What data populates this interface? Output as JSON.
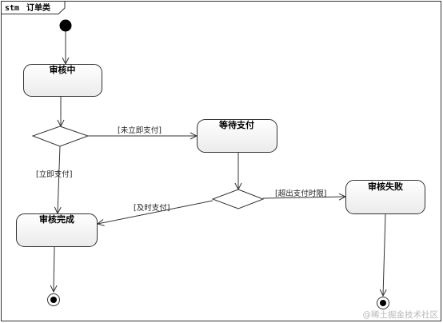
{
  "frame": {
    "keyword": "stm",
    "name": "订单类"
  },
  "states": {
    "reviewing": "审核中",
    "awaiting_payment": "等待支付",
    "review_complete": "审核完成",
    "review_failed": "审核失败"
  },
  "guards": {
    "pay_now": "[立即支付]",
    "not_paid_now": "[未立即支付]",
    "paid_in_time": "[及时支付]",
    "payment_timeout": "[超出支付时限]"
  },
  "watermark": "@稀土掘金技术社区",
  "colors": {
    "line": "#333333",
    "state_fill_top": "#ffffff",
    "state_fill_bottom": "#ececec",
    "watermark": "#b8b8b8"
  }
}
